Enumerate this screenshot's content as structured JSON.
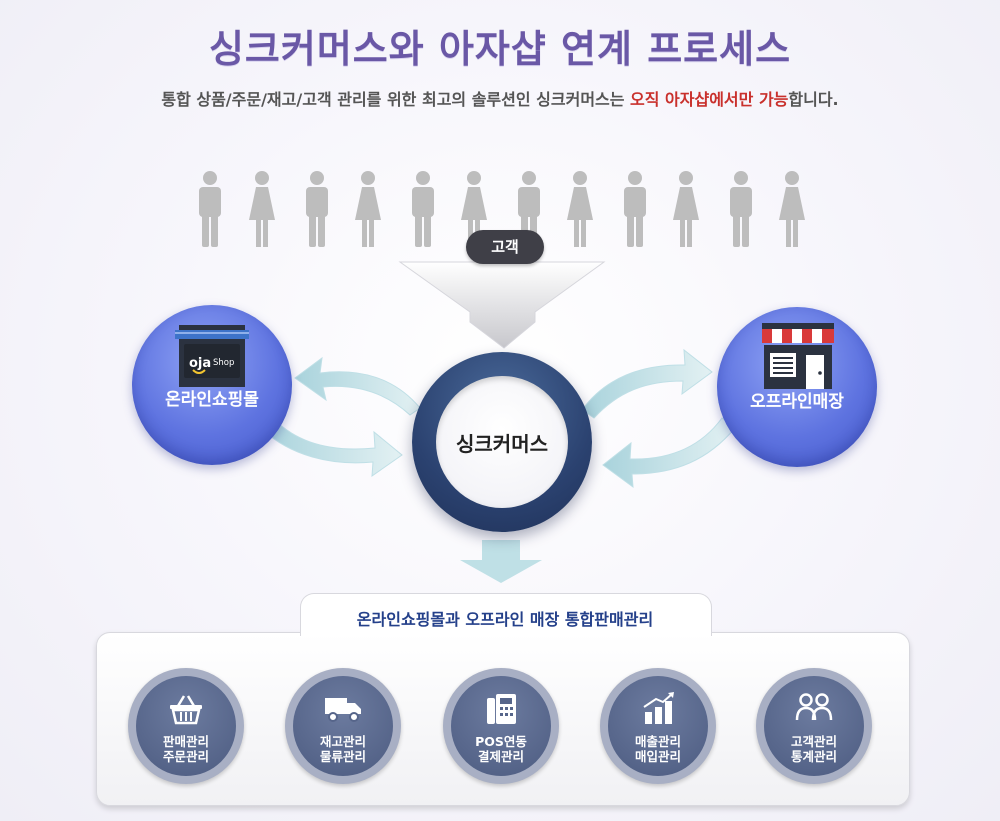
{
  "title": "싱크커머스와 아자샵 연계 프로세스",
  "subtitle": {
    "pre": "통합 상품/주문/재고/고객 관리를 위한 최고의 솔루션인 싱크커머스는 ",
    "highlight": "오직 아자샵에서만 가능",
    "post": "합니다."
  },
  "customer_badge": "고객",
  "online_mall": {
    "label": "온라인쇼핑몰",
    "logo_text": "oja",
    "logo_sub": "Shop"
  },
  "offline_store": {
    "label": "오프라인매장"
  },
  "center": {
    "label": "싱크커머스"
  },
  "panel": {
    "heading": "온라인쇼핑몰과 오프라인 매장 통합판매관리",
    "services": [
      {
        "line1": "판매관리",
        "line2": "주문관리",
        "icon": "basket-icon"
      },
      {
        "line1": "재고관리",
        "line2": "물류관리",
        "icon": "truck-icon"
      },
      {
        "line1": "POS연동",
        "line2": "결제관리",
        "icon": "pos-terminal-icon"
      },
      {
        "line1": "매출관리",
        "line2": "매입관리",
        "icon": "bar-chart-icon"
      },
      {
        "line1": "고객관리",
        "line2": "통계관리",
        "icon": "users-icon"
      }
    ]
  },
  "colors": {
    "title": "#6a58a6",
    "highlight": "#c9302c",
    "side_circle": "#5e73e0",
    "center_ring": "#2b4270",
    "service_circle": "#56658a",
    "arrow": "#bfe0e6"
  }
}
